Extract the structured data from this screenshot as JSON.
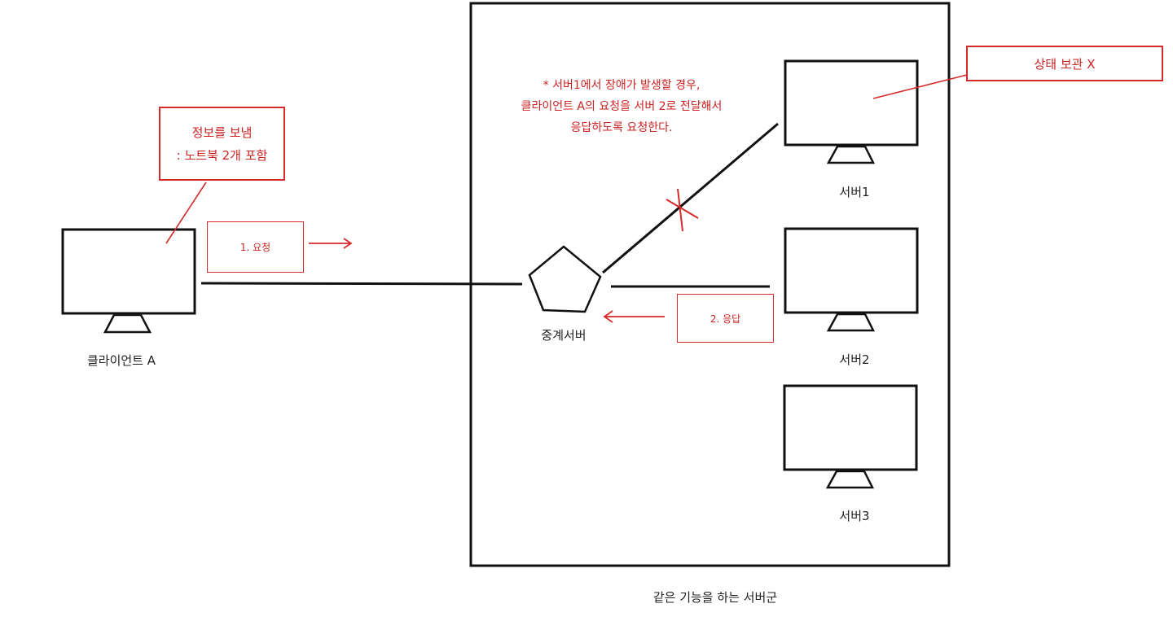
{
  "colors": {
    "ink": "#111111",
    "accent": "#d42a2a"
  },
  "nodes": {
    "client": "클라이언트 A",
    "relay": "중계서버",
    "server1": "서버1",
    "server2": "서버2",
    "server3": "서버3"
  },
  "cluster_label": "같은 기능을 하는 서버군",
  "notes": {
    "info": {
      "line1": "정보를 보냄",
      "line2": ": 노트북 2개 포함"
    },
    "request": "1. 요청",
    "response": "2. 응답",
    "state": "상태 보관 X",
    "failure": {
      "line1": "* 서버1에서 장애가 발생할 경우,",
      "line2": "클라이언트 A의 요청을 서버 2로 전달해서",
      "line3": "응답하도록 요청한다."
    }
  },
  "icons": [
    "monitor-icon",
    "pentagon-icon",
    "arrow-right-icon",
    "arrow-left-icon",
    "cross-mark-icon"
  ]
}
